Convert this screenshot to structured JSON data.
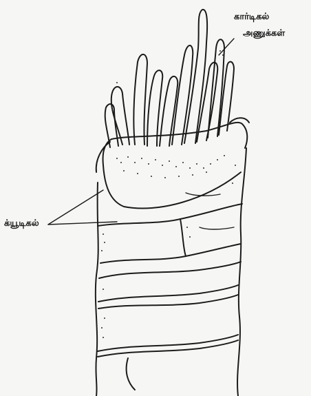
{
  "labels": {
    "cortical_line1": "கார்டிகல்",
    "cortical_line2": "அணுக்கள்",
    "cuticle": "க்யூடிகல்"
  },
  "colors": {
    "background": "#f6f6f4",
    "ink": "#1b1b1b"
  }
}
